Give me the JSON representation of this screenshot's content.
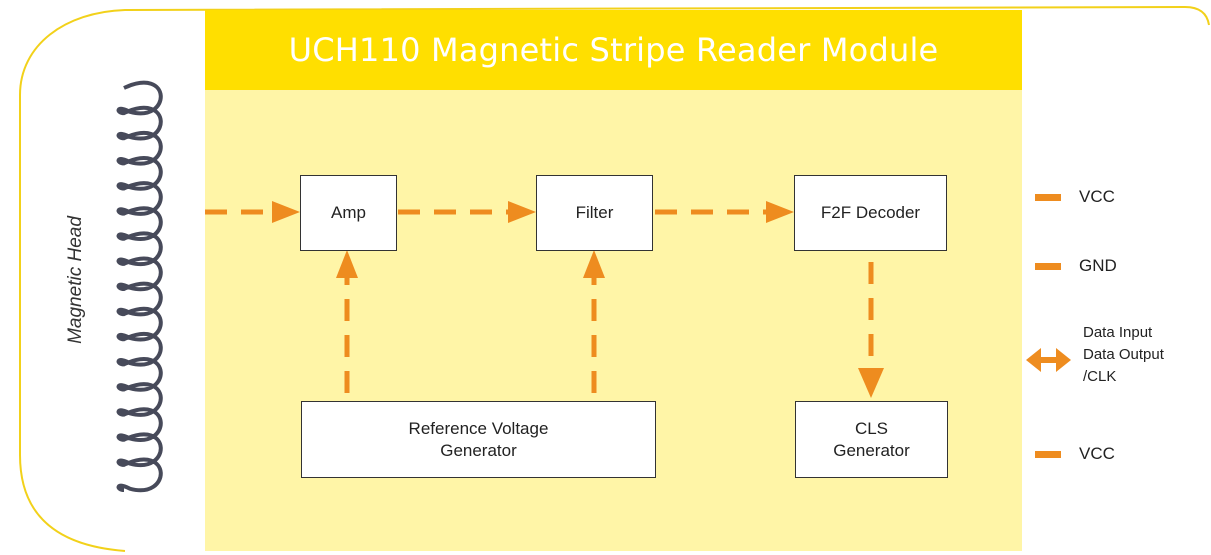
{
  "title": "UCH110 Magnetic Stripe Reader Module",
  "magnetic_head_label": "Magnetic Head",
  "blocks": {
    "amp": "Amp",
    "filter": "Filter",
    "f2f_decoder": "F2F Decoder",
    "reference_voltage": [
      "Reference Voltage",
      "Generator"
    ],
    "cls_generator": [
      "CLS",
      "Generator"
    ]
  },
  "pins": {
    "vcc_top": "VCC",
    "gnd": "GND",
    "data_io": [
      "Data Input",
      "Data Output",
      "/CLK"
    ],
    "vcc_bottom": "VCC"
  },
  "colors": {
    "title_bar": "#ffdf00",
    "panel": "#fff5a7",
    "arrow": "#ee8c1f",
    "outline": "#f2d11a",
    "coil": "#474a5a"
  },
  "icons": {
    "coil": "magnetic-head-coil-icon",
    "bidirectional": "bidirectional-arrow-icon"
  }
}
